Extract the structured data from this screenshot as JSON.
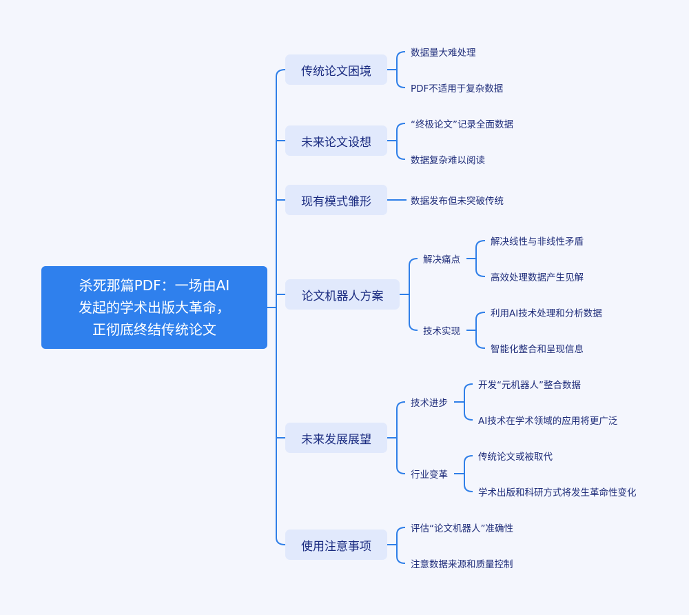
{
  "root": {
    "lines": [
      "杀死那篇PDF：一场由AI",
      "发起的学术出版大革命，",
      "正彻底终结传统论文"
    ]
  },
  "branches": [
    {
      "label": "传统论文困境",
      "leaves": [
        "数据量大难处理",
        "PDF不适用于复杂数据"
      ]
    },
    {
      "label": "未来论文设想",
      "leaves": [
        "“终极论文”记录全面数据",
        "数据复杂难以阅读"
      ]
    },
    {
      "label": "现有模式雏形",
      "leaves": [
        "数据发布但未突破传统"
      ]
    },
    {
      "label": "论文机器人方案",
      "subs": [
        {
          "label": "解决痛点",
          "leaves": [
            "解决线性与非线性矛盾",
            "高效处理数据产生见解"
          ]
        },
        {
          "label": "技术实现",
          "leaves": [
            "利用AI技术处理和分析数据",
            "智能化整合和呈现信息"
          ]
        }
      ]
    },
    {
      "label": "未来发展展望",
      "subs": [
        {
          "label": "技术进步",
          "leaves": [
            "开发“元机器人”整合数据",
            "AI技术在学术领域的应用将更广泛"
          ]
        },
        {
          "label": "行业变革",
          "leaves": [
            "传统论文或被取代",
            "学术出版和科研方式将发生革命性变化"
          ]
        }
      ]
    },
    {
      "label": "使用注意事项",
      "leaves": [
        "评估“论文机器人”准确性",
        "注意数据来源和质量控制"
      ]
    }
  ],
  "colors": {
    "line": "#2f7fe8",
    "root": "#2f80ed",
    "branch_bg": "#e1e9fc",
    "text": "#1a2b80"
  }
}
